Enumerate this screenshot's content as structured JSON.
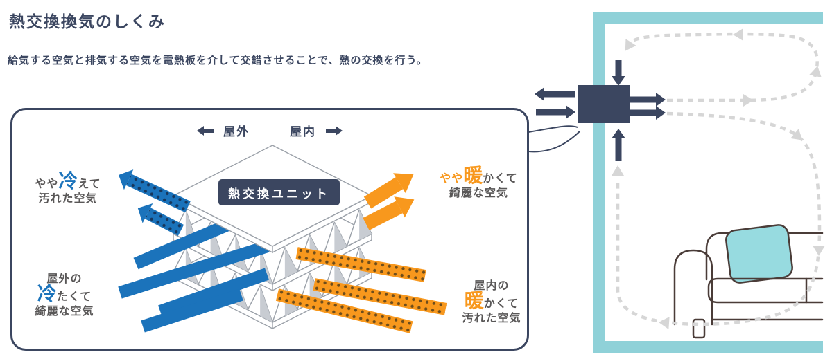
{
  "header": {
    "title": "熱交換換気のしくみ",
    "subtitle": "給気する空気と排気する空気を電熱板を介して交錯させることで、熱の交換を行う。"
  },
  "detail": {
    "direction_left": "屋外",
    "direction_right": "屋内",
    "unit": "熱交換ユニット",
    "label_exhaust": {
      "l1_pre": "やや",
      "l1_accent": "冷",
      "l1_post": "えて",
      "l2": "汚れた空気"
    },
    "label_intake": {
      "l1": "屋外の",
      "l2_accent": "冷",
      "l2_post": "たくて",
      "l3": "綺麗な空気"
    },
    "label_supply": {
      "l1_pre": "やや",
      "l1_accent": "暖",
      "l1_post": "かくて",
      "l2": "綺麗な空気"
    },
    "label_return": {
      "l1": "屋内の",
      "l2_accent": "暖",
      "l2_post": "かくて",
      "l3": "汚れた空気"
    }
  },
  "colors": {
    "navy": "#3b4660",
    "blue": "#1b73bb",
    "orange": "#f8981d",
    "gray_text": "#595757",
    "wall_teal": "#8fd1d8",
    "cushion_teal": "#97dbe0",
    "dash_gray": "#d6d6d6",
    "sofa_line": "#4a3c38",
    "plate_edge": "#9aa0a8"
  }
}
